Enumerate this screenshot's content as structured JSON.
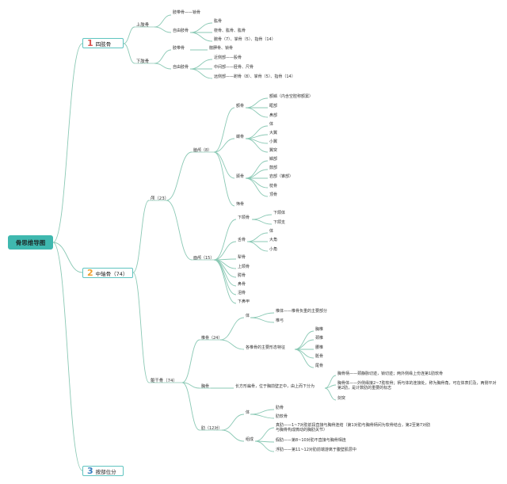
{
  "root": "骨思维导图",
  "colors": {
    "line": "#8bc9b5",
    "root_bg": "#3fb8af",
    "box_border": "#5fc4c0",
    "num1": "#d9534f",
    "num2": "#f0a030",
    "num3": "#3a7fc0"
  },
  "branches": [
    {
      "num": "1",
      "label": "四肢骨"
    },
    {
      "num": "2",
      "label": "中轴骨（74）"
    },
    {
      "num": "3",
      "label": "按部位分"
    }
  ],
  "limbs": {
    "upper": "上肢骨",
    "lower": "下肢骨",
    "upper_girdle": "肢带骨——锁骨",
    "upper_free": "自由肢骨",
    "upper_free_items": [
      "肱骨",
      "桡骨、肱骨、肱骨",
      "腕骨（7）、掌骨（5）、指骨（14）"
    ],
    "lower_girdle": "肢带骨",
    "lower_girdle_detail": "髋胛骨、锁骨",
    "lower_free": "自由肢骨",
    "lower_free_items": [
      "近侧部——股骨",
      "中间部——胫骨、尺骨",
      "远侧部——跗骨（8）、掌骨（5）、指骨（14）"
    ]
  },
  "axial": {
    "skull": "颅（23）",
    "cranial": "脑颅（8）",
    "cranial_groups": [
      {
        "name": "额骨",
        "items": [
          "额鳞（内含空腔称额窦）",
          "眶部",
          "鼻部"
        ]
      },
      {
        "name": "蝶骨",
        "items": [
          "体",
          "大翼",
          "小翼",
          "翼突"
        ]
      },
      {
        "name": "颞骨",
        "items": [
          "鳞部",
          "鼓部",
          "岩部（锥部）",
          "枕骨",
          "顶骨"
        ]
      }
    ],
    "cranial_last": "筛骨",
    "facial": "面颅（15）",
    "facial_groups": [
      {
        "name": "下颌骨",
        "items": [
          "下颌体",
          "下颌支"
        ]
      },
      {
        "name": "舌骨",
        "items": [
          "体",
          "大角",
          "小角"
        ]
      }
    ],
    "facial_items": [
      "犁骨",
      "上颌骨",
      "腭骨",
      "鼻骨",
      "泪骨",
      "下鼻甲"
    ],
    "trunk": "躯干骨（74）",
    "vertebrae": "椎骨（24）",
    "vert_body": "体",
    "vert_body_detail": "椎体——椎骨负重的主要部分",
    "vert_arch": "椎弓",
    "vert_features": "各椎骨的主要形态特征",
    "vert_types": [
      "胸椎",
      "颈椎",
      "腰椎",
      "骶骨",
      "尾骨"
    ],
    "sternum": "胸骨",
    "sternum_desc": "长方形扁骨，位于胸前壁正中，由上而下分为",
    "sternum_parts": [
      "胸骨柄——颈静脉切迹，锁切迹；两外侧缘上份连第1肋软骨",
      "胸骨体——外侧缘接2~7肋软骨；柄与体的连接处，称为胸骨角，可在体表扪及，两侧平对第2肋，是计数肋的重要的标志",
      "剑突"
    ],
    "ribs": "肋（12对）",
    "rib_body": "体",
    "rib_body_items": [
      "肋骨",
      "肋软骨"
    ],
    "rib_composition": "组成",
    "rib_types": [
      "真肋——1~7对肋前段直接与胸骨连结（第1对肋与胸骨柄间为软骨结合，第2至第7对肋与胸骨构成微动的胸肋关节）",
      "假肋——第8~10对肋不直接与胸骨相连",
      "浮肋——第11~12对肋前端游离于腹壁肌层中"
    ]
  }
}
